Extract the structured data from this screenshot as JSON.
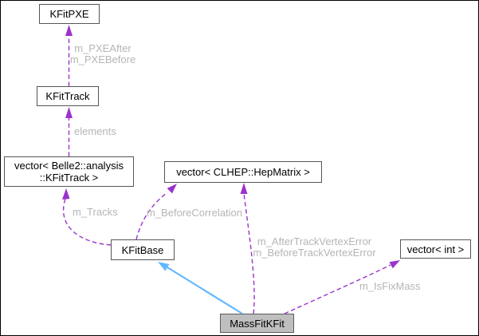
{
  "colors": {
    "background": "#ffffff",
    "frame": "#000000",
    "node_fill": "#ffffff",
    "node_border": "#565656",
    "node_text": "#000000",
    "highlight_node_fill": "#bfbfbf",
    "edge_purple": "#9a32cd",
    "edge_blue": "#63b8ff",
    "edge_label_text": "#b5b5b5"
  },
  "nodes": {
    "kfitpxe": {
      "label": "KFitPXE"
    },
    "kfittrack": {
      "label": "KFitTrack"
    },
    "vector_kfittrack": {
      "line1": "vector< Belle2::analysis",
      "line2": "::KFitTrack >"
    },
    "vector_hepmatrix": {
      "label": "vector< CLHEP::HepMatrix >"
    },
    "kfitbase": {
      "label": "KFitBase"
    },
    "vector_int": {
      "label": "vector< int >"
    },
    "massfitkfit": {
      "label": "MassFitKFit"
    }
  },
  "edge_labels": {
    "pxe_after": "m_PXEAfter",
    "pxe_before": "m_PXEBefore",
    "elements": "elements",
    "tracks": "m_Tracks",
    "before_correlation": "m_BeforeCorrelation",
    "after_track_vertex_error": "m_AfterTrackVertexError",
    "before_track_vertex_error": "m_BeforeTrackVertexError",
    "is_fix_mass": "m_IsFixMass"
  }
}
